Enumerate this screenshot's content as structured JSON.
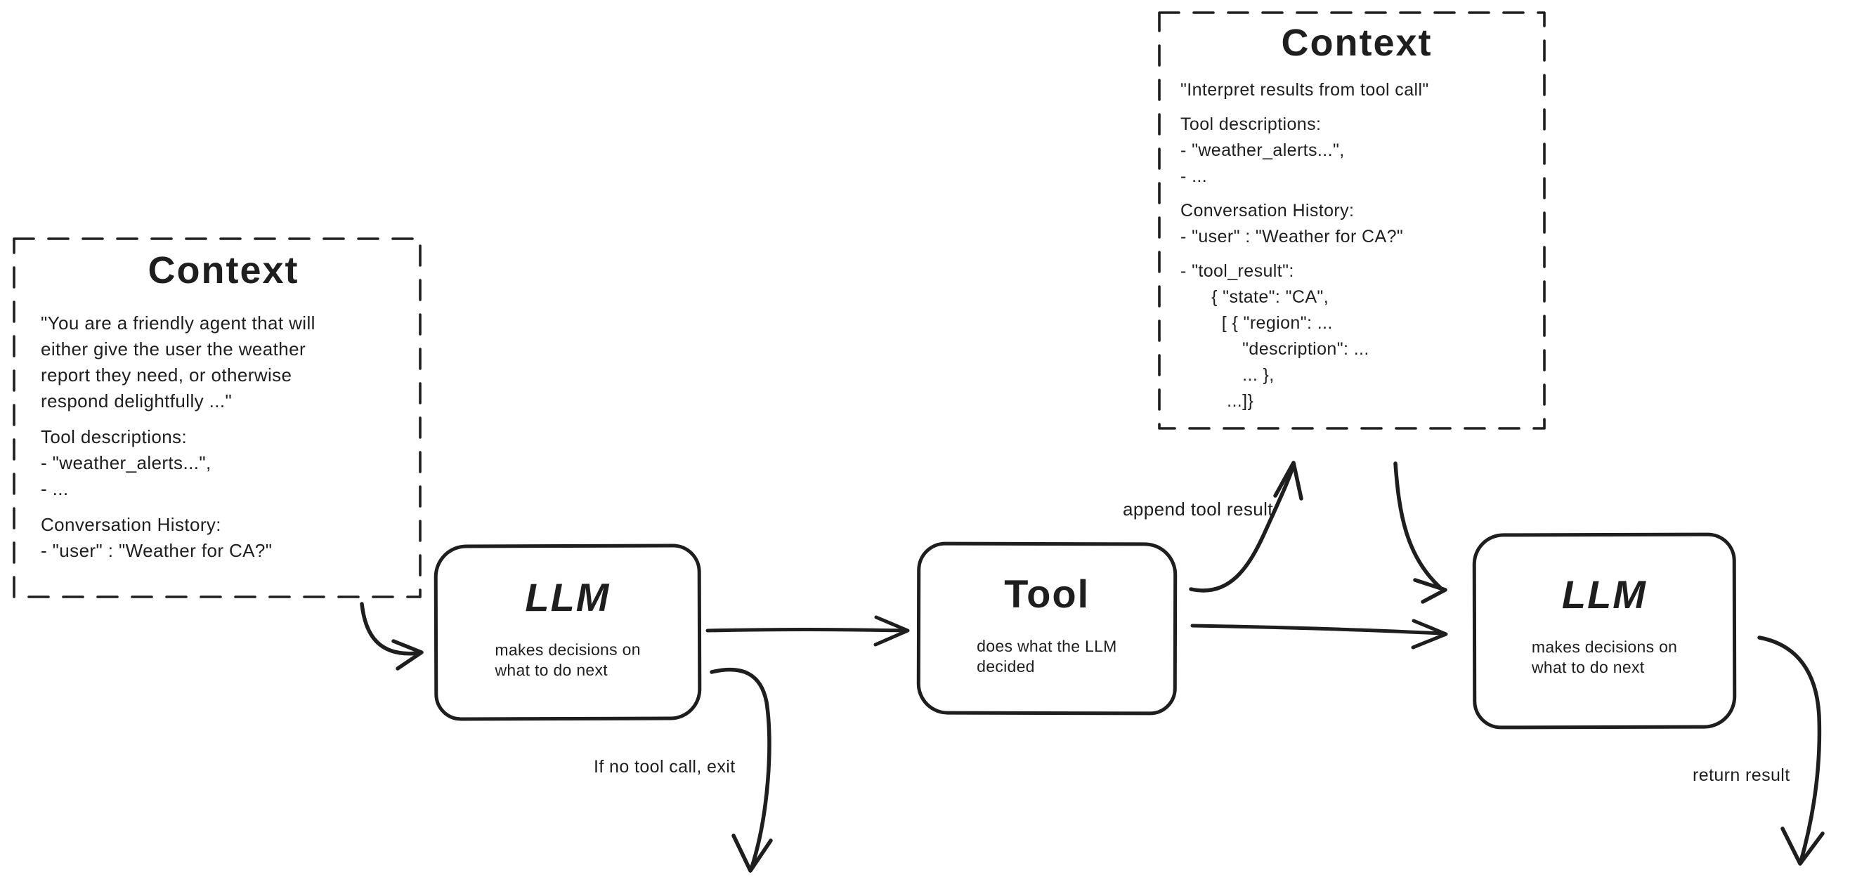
{
  "page": {
    "background": "#ffffff",
    "ink": "#1e1e1e"
  },
  "context_left": {
    "title": "Context",
    "lines": [
      "\"You are a friendly agent that will",
      "either give the user the weather",
      "report they need, or otherwise",
      "respond delightfully ...\"",
      "",
      "Tool descriptions:",
      "- \"weather_alerts...\",",
      "- ...",
      "",
      "Conversation History:",
      "- \"user\" : \"Weather for CA?\""
    ]
  },
  "context_top": {
    "title": "Context",
    "lines": [
      "\"Interpret results from tool call\"",
      "",
      "Tool descriptions:",
      "- \"weather_alerts...\",",
      "- ...",
      "",
      "Conversation History:",
      "- \"user\" : \"Weather for CA?\"",
      "",
      "- \"tool_result\":",
      "      { \"state\": \"CA\",",
      "        [ { \"region\": ...",
      "            \"description\": ...",
      "            ... },",
      "         ...]}"
    ]
  },
  "nodes": {
    "llm1": {
      "title": "LLM",
      "lines": [
        "makes decisions on",
        "what to do next"
      ]
    },
    "tool": {
      "title": "Tool",
      "lines": [
        "does what the LLM",
        "decided"
      ]
    },
    "llm2": {
      "title": "LLM",
      "lines": [
        "makes decisions on",
        "what to do next"
      ]
    }
  },
  "edge_labels": {
    "append_tool_result": "append tool result",
    "if_no_tool_call_exit": "If no tool call, exit",
    "return_result": "return result"
  }
}
